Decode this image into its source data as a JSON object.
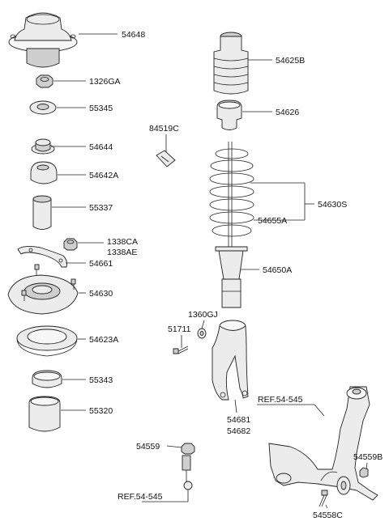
{
  "labels": {
    "p54648": "54648",
    "p1326GA": "1326GA",
    "p55345": "55345",
    "p54644": "54644",
    "p54642A": "54642A",
    "p55337": "55337",
    "p1338CA": "1338CA",
    "p1338AE": "1338AE",
    "p54661": "54661",
    "p54630": "54630",
    "p54623A": "54623A",
    "p55343": "55343",
    "p55320": "55320",
    "p54625B": "54625B",
    "p54626": "54626",
    "p84519C": "84519C",
    "p54630S": "54630S",
    "p54655A": "54655A",
    "p54650A": "54650A",
    "p1360GJ": "1360GJ",
    "p51711": "51711",
    "p54681": "54681",
    "p54682": "54682",
    "ref_arm": "REF.54-545",
    "ref_link": "REF.54-545",
    "p54559": "54559",
    "p54559B": "54559B",
    "p54558C": "54558C"
  }
}
